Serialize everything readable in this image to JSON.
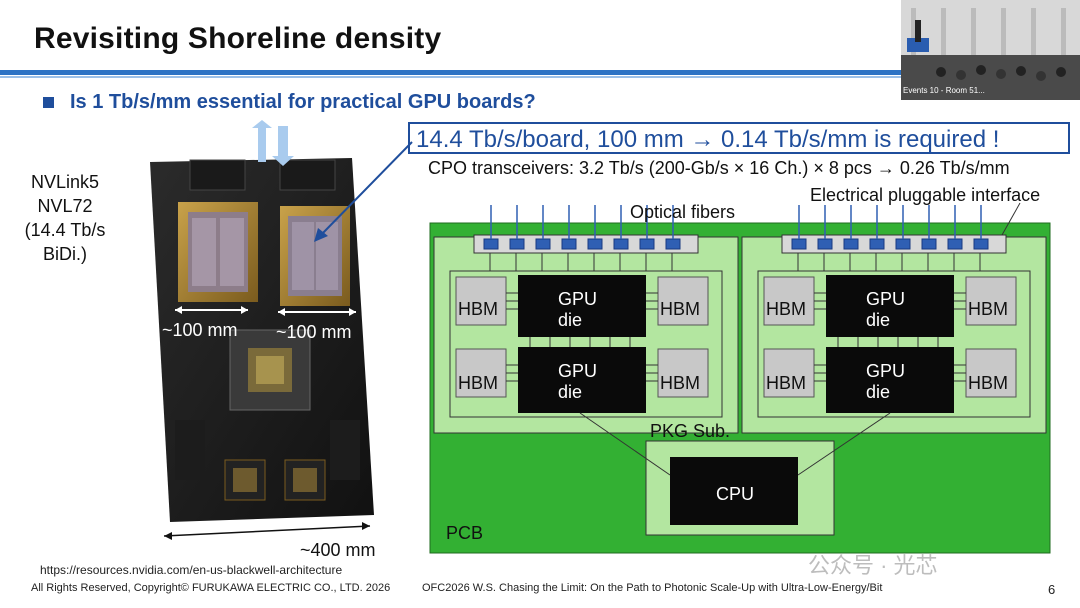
{
  "slide": {
    "title": "Revisiting Shoreline density",
    "bullet": "Is 1 Tb/s/mm essential for practical GPU boards?",
    "callout": "14.4 Tb/s/board, 100 mm → 0.14 Tb/s/mm is required !",
    "cpo_line": "CPO transceivers: 3.2 Tb/s (200-Gb/s × 16 Ch.) × 8 pcs → 0.26 Tb/s/mm",
    "page_number": "6"
  },
  "photo": {
    "nvlink_lines": [
      "NVLink5",
      "NVL72",
      "(14.4 Tb/s",
      "BiDi.)"
    ],
    "dim_left": "~100 mm",
    "dim_right": "~100 mm",
    "dim_bottom": "~400 mm"
  },
  "diagram": {
    "optical_fibers": "Optical fibers",
    "electrical_interface": "Electrical pluggable interface",
    "hbm": "HBM",
    "gpu_die_line1": "GPU",
    "gpu_die_line2": "die",
    "pkg_sub": "PKG Sub.",
    "cpu": "CPU",
    "pcb": "PCB",
    "colors": {
      "pcb": "#33b033",
      "package": "#b3e6a0",
      "chip": "#0a0a0a",
      "hbm": "#c8c8c8",
      "transceiver": "#2f5fb3"
    }
  },
  "footer": {
    "url": "https://resources.nvidia.com/en-us-blackwell-architecture",
    "copyright": "All Rights Reserved, Copyright© FURUKAWA ELECTRIC CO., LTD. 2026",
    "conference": "OFC2026 W.S. Chasing the Limit: On the Path to Photonic Scale-Up with Ultra-Low-Energy/Bit",
    "watermark": "公众号 · 光芯"
  },
  "video": {
    "caption": "Events 10 - Room 51..."
  }
}
